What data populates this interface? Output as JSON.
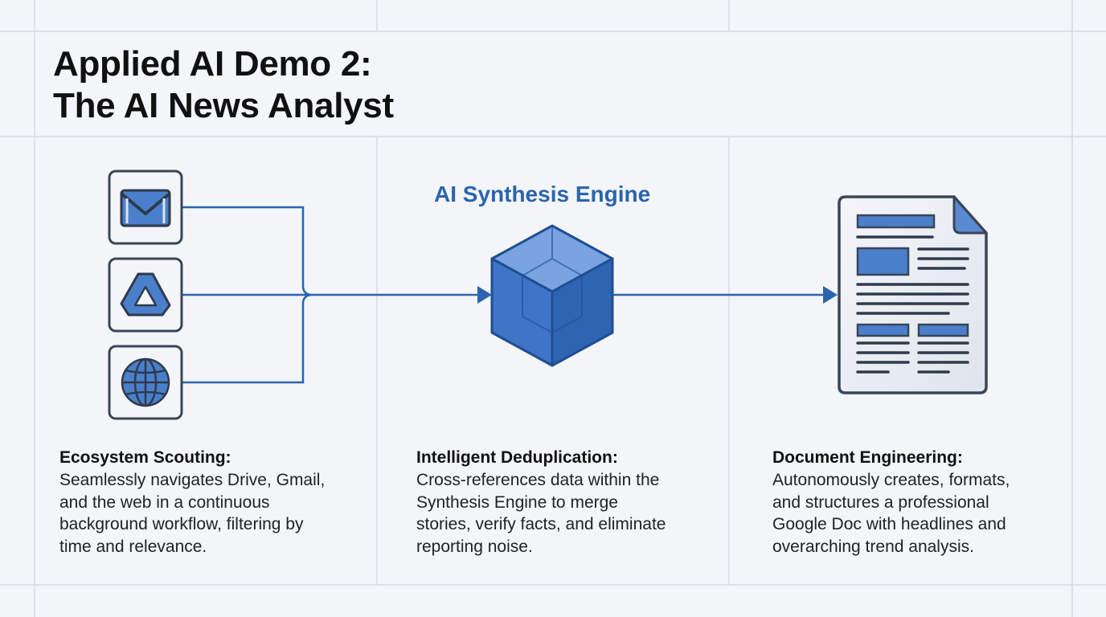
{
  "title": {
    "line1": "Applied AI Demo 2:",
    "line2": "The AI News Analyst"
  },
  "engine_label": "AI Synthesis Engine",
  "sources": [
    {
      "name": "Gmail",
      "icon": "gmail-icon"
    },
    {
      "name": "Google Drive",
      "icon": "drive-icon"
    },
    {
      "name": "Web",
      "icon": "globe-icon"
    }
  ],
  "output_icon": "document-icon",
  "columns": [
    {
      "heading": "Ecosystem Scouting:",
      "lines": [
        "Seamlessly navigates Drive, Gmail,",
        "and the web in a continuous",
        "background workflow, filtering by",
        "time and relevance."
      ]
    },
    {
      "heading": "Intelligent Deduplication:",
      "lines": [
        "Cross-references data within the",
        "Synthesis Engine to merge",
        "stories, verify facts, and eliminate",
        "reporting noise."
      ]
    },
    {
      "heading": "Document Engineering:",
      "lines": [
        "Autonomously creates, formats,",
        "and structures a professional",
        "Google Doc with headlines and",
        "overarching trend analysis."
      ]
    }
  ],
  "colors": {
    "accent": "#2b64ad",
    "icon_stroke": "#3a4556",
    "icon_fill": "#4a7fcb",
    "background": "#f3f5f8",
    "grid": "#d6dae0"
  }
}
